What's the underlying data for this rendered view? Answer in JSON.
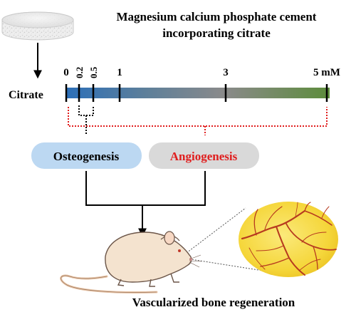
{
  "title": {
    "line1": "Magnesium calcium phosphate cement",
    "line2": "incorporating citrate"
  },
  "scale": {
    "label": "Citrate",
    "unit": "mM",
    "ticks": [
      {
        "value": "0",
        "vertical": false
      },
      {
        "value": "0.2",
        "vertical": true
      },
      {
        "value": "0.5",
        "vertical": true
      },
      {
        "value": "1",
        "vertical": false
      },
      {
        "value": "3",
        "vertical": false
      },
      {
        "value": "5 mM",
        "vertical": false
      }
    ],
    "gradient": [
      "#2c6fb8",
      "#5d7f9a",
      "#8a8a8a",
      "#5d8c3c"
    ]
  },
  "outcomes": {
    "osteogenesis": "Osteogenesis",
    "angiogenesis": "Angiogenesis"
  },
  "result": "Vascularized bone regeneration",
  "colors": {
    "osteo_pill": "#bcd8f2",
    "angio_pill": "#d9d9d9",
    "angio_text": "#e01d1d",
    "dotted_red": "#e01d1d",
    "vessel_bg": "#f7d842",
    "vessel": "#b73a1f"
  },
  "icons": {
    "cement": "cement-disc-icon",
    "rat": "rat-icon",
    "vessels": "blood-vessel-icon"
  }
}
